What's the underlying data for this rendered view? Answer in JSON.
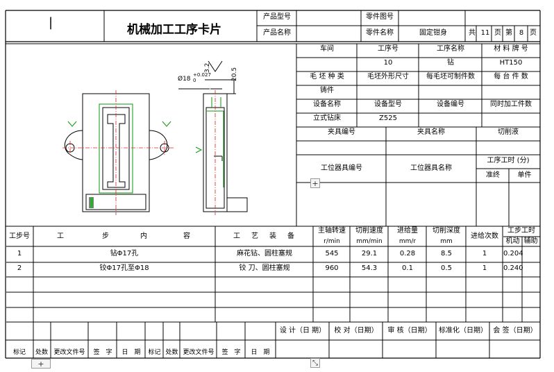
{
  "header": {
    "title": "机械加工工序卡片",
    "cursor_mark": "|",
    "product_model_label": "产品型号",
    "product_name_label": "产品名称",
    "part_drawing_no_label": "零件图号",
    "part_name_label": "零件名称",
    "part_name_value": "固定钳身",
    "total_label": "共",
    "total_pages": "11",
    "page_label": "页",
    "current_label": "第",
    "current_page": "8",
    "page_label2": "页"
  },
  "info": {
    "workshop_label": "车间",
    "process_no_label": "工序号",
    "process_name_label": "工序名称",
    "material_label": "材 料 牌 号",
    "process_no": "10",
    "process_name": "钻",
    "material": "HT150",
    "blank_type_label": "毛 坯 种 类",
    "blank_size_label": "毛坯外形尺寸",
    "parts_per_blank_label": "每毛坯可制件数",
    "per_machine_label": "每 台 件 数",
    "blank_type": "铸件",
    "equip_name_label": "设备名称",
    "equip_model_label": "设备型号",
    "equip_no_label": "设备编号",
    "simultaneous_label": "同时加工件数",
    "equip_name": "立式钻床",
    "equip_model": "Z525",
    "fixture_no_label": "夹具编号",
    "fixture_name_label": "夹具名称",
    "coolant_label": "切削液",
    "station_tool_no_label": "工位器具编号",
    "station_tool_name_label": "工位器具名称",
    "process_time_label": "工序工时 (分)",
    "prep_label": "准终",
    "unit_label": "单件"
  },
  "drawing": {
    "dim_diameter": "Ø18",
    "dim_tol_upper": "+0.027",
    "dim_tol_lower": "0",
    "dim_height": "20.5",
    "roughness": "3.2"
  },
  "steps": {
    "headers": {
      "step_no": "工步号",
      "content_chars": [
        "工",
        "步",
        "内",
        "容"
      ],
      "equipment_chars": [
        "工",
        "艺",
        "装",
        "备"
      ],
      "spindle_speed": "主轴转速",
      "spindle_unit": "r/min",
      "cutting_speed": "切削速度",
      "cutting_speed_unit": "mm/min",
      "feed": "进给量",
      "feed_unit": "mm/r",
      "depth": "切削深度",
      "depth_unit": "mm",
      "passes": "进给次数",
      "step_time": "工步工时",
      "machine_time": "机动",
      "aux_time": "辅助"
    },
    "rows": [
      {
        "no": "1",
        "content": "钻Φ17孔",
        "equipment": "麻花钻、圆柱塞规",
        "speed": "545",
        "cut_speed": "29.1",
        "feed": "0.28",
        "depth": "8.5",
        "passes": "1",
        "machine": "0.204",
        "aux": ""
      },
      {
        "no": "2",
        "content": "铰Φ17孔至Φ18",
        "equipment": "铰 刀、圆柱塞规",
        "speed": "960",
        "cut_speed": "54.3",
        "feed": "0.1",
        "depth": "0.5",
        "passes": "1",
        "machine": "0.240",
        "aux": ""
      }
    ]
  },
  "signoff": {
    "design": "设 计（日 期）",
    "check": "校 对（日期）",
    "review": "审 核（日期）",
    "standard": "标准化（日期）",
    "countersign": "会 签（日期）",
    "labels": [
      "标记",
      "处数",
      "更改文件号",
      "签　字",
      "日　期",
      "标记",
      "处数",
      "更改文件号",
      "签　字",
      "日　期"
    ]
  },
  "widgets": {
    "add_row_1": "+",
    "add_row_2": "+",
    "resize": "⤡"
  }
}
